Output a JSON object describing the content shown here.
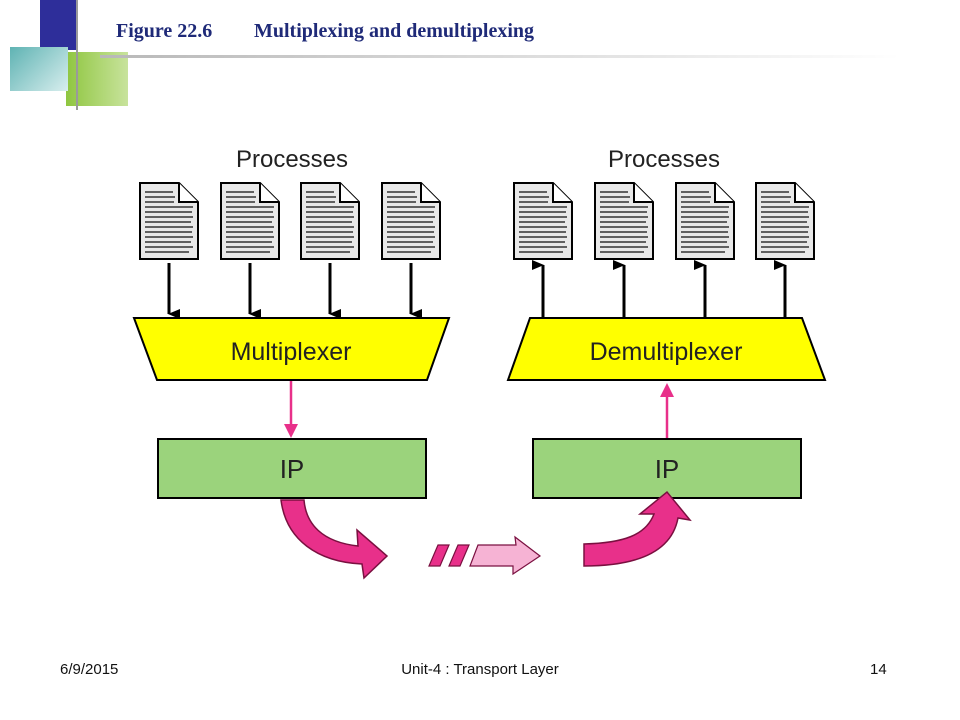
{
  "slide": {
    "figure_number": "Figure 22.6",
    "figure_title": "Multiplexing and demultiplexing",
    "footer_date": "6/9/2015",
    "footer_center": "Unit-4 : Transport Layer",
    "page_number": "14"
  },
  "diagram": {
    "left_processes_label": "Processes",
    "right_processes_label": "Processes",
    "multiplexer_label": "Multiplexer",
    "demultiplexer_label": "Demultiplexer",
    "left_ip_label": "IP",
    "right_ip_label": "IP"
  },
  "colors": {
    "title": "#1f2a78",
    "mux_fill": "#ffff00",
    "ip_fill": "#9bd37c",
    "flow_arrow": "#e8308a",
    "packet_light": "#f6b3d4",
    "deco_blue": "#2e2e9a",
    "deco_green": "#8fc640",
    "deco_teal": "#5fb3b3"
  }
}
